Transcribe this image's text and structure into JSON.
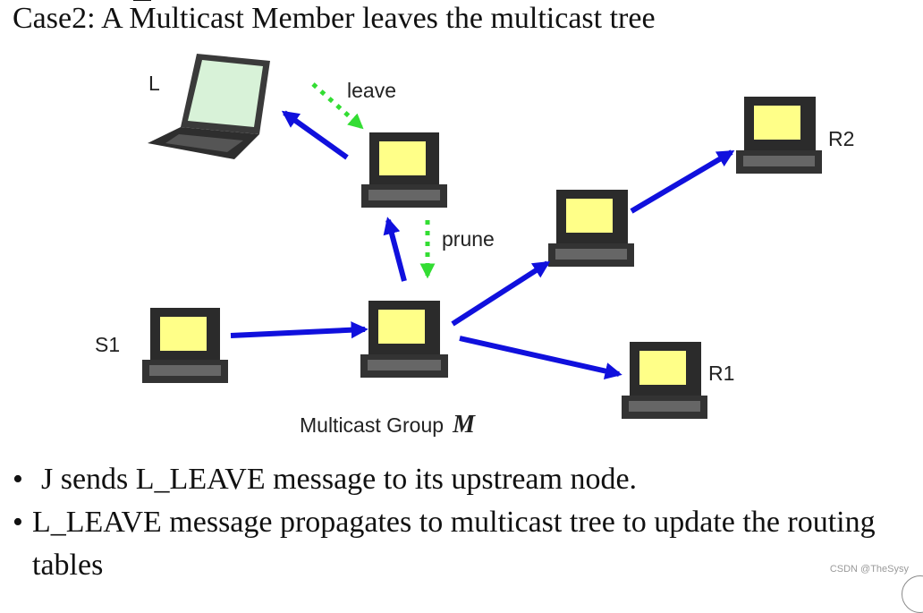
{
  "title": "Case2: A Multicast Member leaves the multicast tree",
  "nodes": {
    "L": "L",
    "S1": "S1",
    "R1": "R1",
    "R2": "R2"
  },
  "messages": {
    "leave": "leave",
    "prune": "prune"
  },
  "group_caption": {
    "text": "Multicast Group",
    "symbol": "M"
  },
  "bullets": [
    "J sends L_LEAVE message to its upstream node.",
    "L_LEAVE message propagates to multicast tree to update the routing tables"
  ],
  "bullet_glyph": "•",
  "watermark": "CSDN @TheSysy",
  "colors": {
    "data_arrow": "#1010dd",
    "control_arrow": "#33dd33",
    "screen": "#ffff88",
    "laptop_screen": "#d8f2d8"
  }
}
